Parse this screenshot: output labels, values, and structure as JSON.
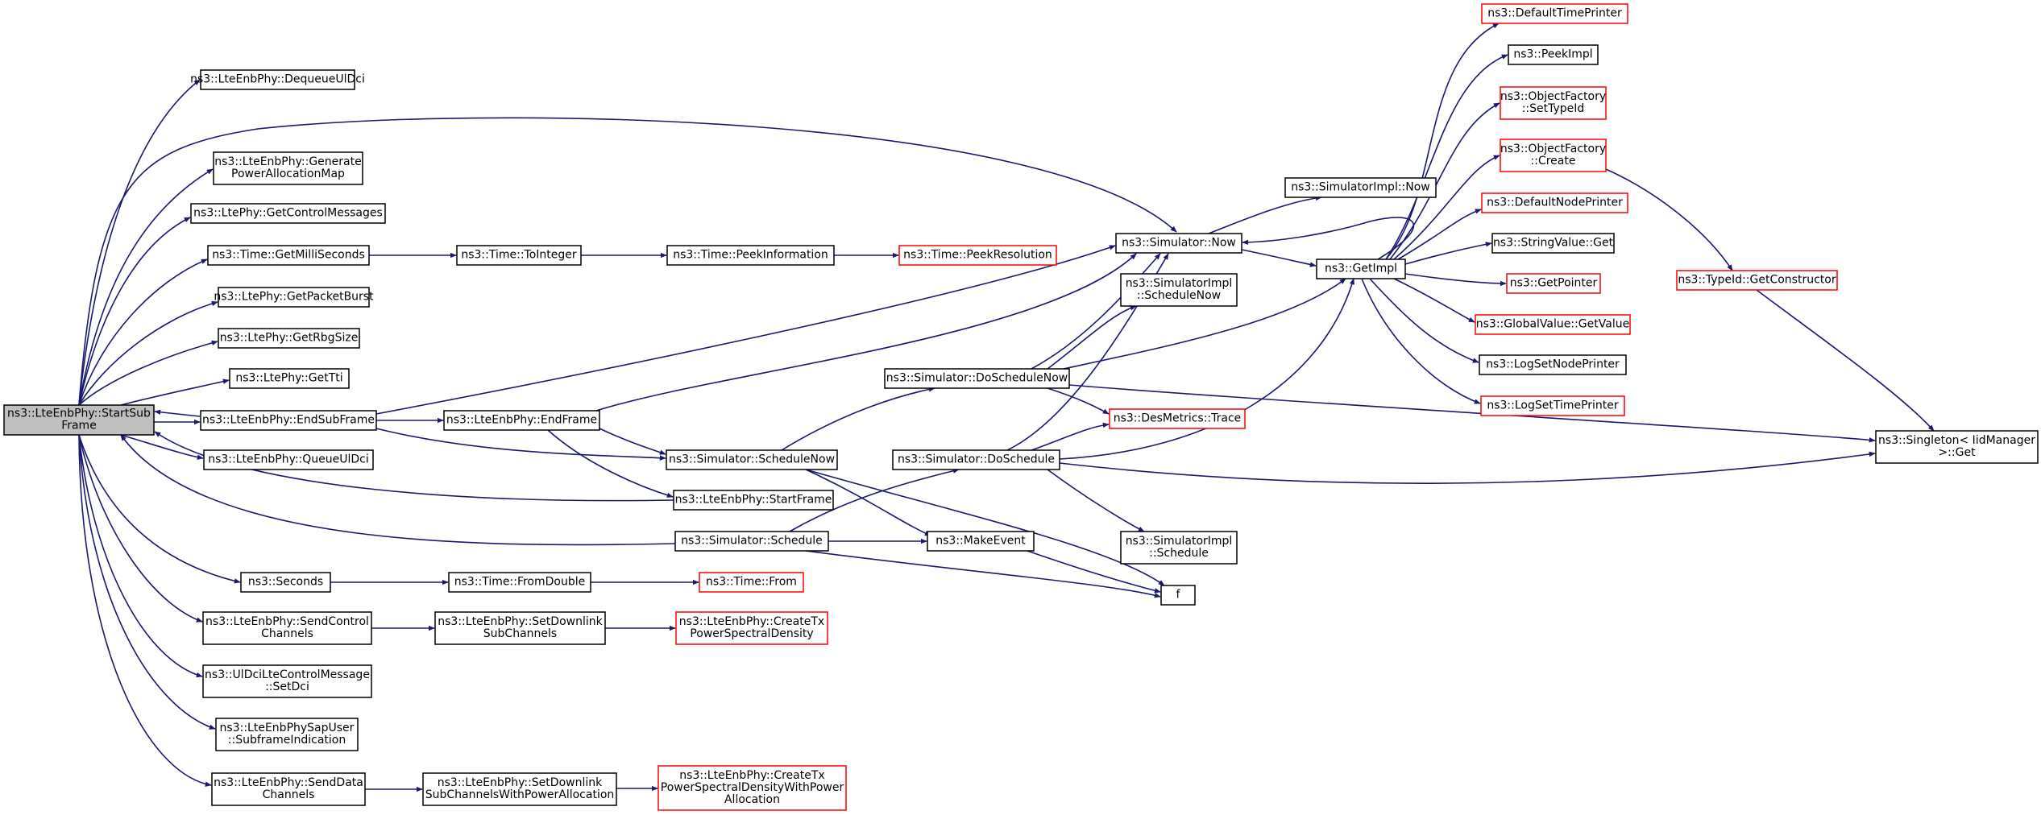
{
  "nodes": {
    "start": [
      "ns3::LteEnbPhy::StartSub",
      "Frame"
    ],
    "dequeue": [
      "ns3::LteEnbPhy::DequeueUlDci"
    ],
    "genpower": [
      "ns3::LteEnbPhy::Generate",
      "PowerAllocationMap"
    ],
    "getctrl": [
      "ns3::LtePhy::GetControlMessages"
    ],
    "getms": [
      "ns3::Time::GetMilliSeconds"
    ],
    "toint": [
      "ns3::Time::ToInteger"
    ],
    "peekinfo": [
      "ns3::Time::PeekInformation"
    ],
    "peekres": [
      "ns3::Time::PeekResolution"
    ],
    "pktburst": [
      "ns3::LtePhy::GetPacketBurst"
    ],
    "rbg": [
      "ns3::LtePhy::GetRbgSize"
    ],
    "tti": [
      "ns3::LtePhy::GetTti"
    ],
    "endsub": [
      "ns3::LteEnbPhy::EndSubFrame"
    ],
    "endframe": [
      "ns3::LteEnbPhy::EndFrame"
    ],
    "queue": [
      "ns3::LteEnbPhy::QueueUlDci"
    ],
    "schednow": [
      "ns3::Simulator::ScheduleNow"
    ],
    "startframe": [
      "ns3::LteEnbPhy::StartFrame"
    ],
    "schedule": [
      "ns3::Simulator::Schedule"
    ],
    "makeevent": [
      "ns3::MakeEvent"
    ],
    "seconds": [
      "ns3::Seconds"
    ],
    "fromdouble": [
      "ns3::Time::FromDouble"
    ],
    "from": [
      "ns3::Time::From"
    ],
    "sendctrl": [
      "ns3::LteEnbPhy::SendControl",
      "Channels"
    ],
    "setdl": [
      "ns3::LteEnbPhy::SetDownlink",
      "SubChannels"
    ],
    "createtx": [
      "ns3::LteEnbPhy::CreateTx",
      "PowerSpectralDensity"
    ],
    "setdci": [
      "ns3::UlDciLteControlMessage",
      "::SetDci"
    ],
    "subframeind": [
      "ns3::LteEnbPhySapUser",
      "::SubframeIndication"
    ],
    "senddata": [
      "ns3::LteEnbPhy::SendData",
      "Channels"
    ],
    "setdlpower": [
      "ns3::LteEnbPhy::SetDownlink",
      "SubChannelsWithPowerAllocation"
    ],
    "createtxpower": [
      "ns3::LteEnbPhy::CreateTx",
      "PowerSpectralDensityWithPower",
      "Allocation"
    ],
    "simnow": [
      "ns3::Simulator::Now"
    ],
    "implnow": [
      "ns3::SimulatorImpl::Now"
    ],
    "implschednow": [
      "ns3::SimulatorImpl",
      "::ScheduleNow"
    ],
    "doschednow": [
      "ns3::Simulator::DoScheduleNow"
    ],
    "desmetrics": [
      "ns3::DesMetrics::Trace"
    ],
    "dosched": [
      "ns3::Simulator::DoSchedule"
    ],
    "implsched": [
      "ns3::SimulatorImpl",
      "::Schedule"
    ],
    "f": [
      "f"
    ],
    "getimpl": [
      "ns3::GetImpl"
    ],
    "deftime": [
      "ns3::DefaultTimePrinter"
    ],
    "peekimpl": [
      "ns3::PeekImpl"
    ],
    "ofsettype": [
      "ns3::ObjectFactory",
      "::SetTypeId"
    ],
    "ofcreate": [
      "ns3::ObjectFactory",
      "::Create"
    ],
    "defnode": [
      "ns3::DefaultNodePrinter"
    ],
    "strget": [
      "ns3::StringValue::Get"
    ],
    "getptr": [
      "ns3::GetPointer"
    ],
    "gvget": [
      "ns3::GlobalValue::GetValue"
    ],
    "lognode": [
      "ns3::LogSetNodePrinter"
    ],
    "logtime": [
      "ns3::LogSetTimePrinter"
    ],
    "getctor": [
      "ns3::TypeId::GetConstructor"
    ],
    "singleton": [
      "ns3::Singleton< IidManager",
      ">::Get"
    ]
  },
  "styles": {
    "edge_color": "#191970",
    "root_fill": "#bfbfbf",
    "highlight_border": "#ff0000"
  }
}
